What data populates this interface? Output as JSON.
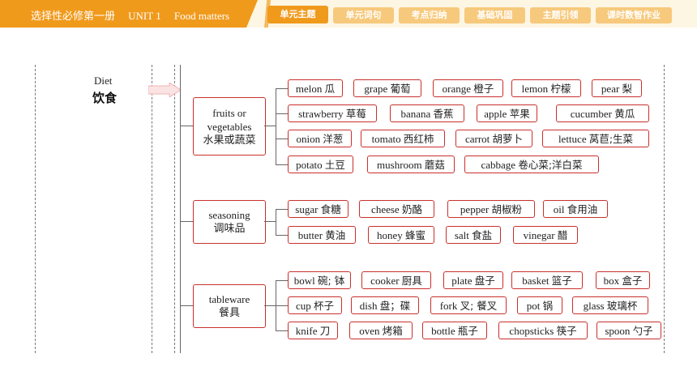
{
  "header": {
    "title_cn": "选择性必修第一册",
    "title_unit": "UNIT 1",
    "title_topic": "Food matters",
    "tabs": [
      {
        "label": "单元主题",
        "active": true
      },
      {
        "label": "单元词句",
        "active": false
      },
      {
        "label": "考点归纳",
        "active": false
      },
      {
        "label": "基础巩固",
        "active": false
      },
      {
        "label": "主题引领",
        "active": false
      },
      {
        "label": "课时数智作业",
        "active": false
      }
    ],
    "accent_color": "#f09a1c",
    "inactive_color": "#f7c97c"
  },
  "diagram": {
    "root": {
      "en": "Diet",
      "cn": "饮食"
    },
    "border_color": "#c9302c",
    "categories": [
      {
        "en": "fruits or vegetables",
        "cn": "水果或蔬菜",
        "rows": [
          [
            {
              "en": "melon",
              "cn": "瓜"
            },
            {
              "en": "grape",
              "cn": "葡萄"
            },
            {
              "en": "orange",
              "cn": "橙子"
            },
            {
              "en": "lemon",
              "cn": "柠檬"
            },
            {
              "en": "pear",
              "cn": "梨"
            }
          ],
          [
            {
              "en": "strawberry",
              "cn": "草莓"
            },
            {
              "en": "banana",
              "cn": "香蕉"
            },
            {
              "en": "apple",
              "cn": "苹果"
            },
            {
              "en": "cucumber",
              "cn": "黄瓜"
            }
          ],
          [
            {
              "en": "onion",
              "cn": "洋葱"
            },
            {
              "en": "tomato",
              "cn": "西红柿"
            },
            {
              "en": "carrot",
              "cn": "胡萝卜"
            },
            {
              "en": "lettuce",
              "cn": "莴苣;生菜"
            }
          ],
          [
            {
              "en": "potato",
              "cn": "土豆"
            },
            {
              "en": "mushroom",
              "cn": "蘑菇"
            },
            {
              "en": "cabbage",
              "cn": "卷心菜;洋白菜"
            }
          ]
        ]
      },
      {
        "en": "seasoning",
        "cn": "调味品",
        "rows": [
          [
            {
              "en": "sugar",
              "cn": "食糖"
            },
            {
              "en": "cheese",
              "cn": "奶酪"
            },
            {
              "en": "pepper",
              "cn": "胡椒粉"
            },
            {
              "en": "oil",
              "cn": "食用油"
            }
          ],
          [
            {
              "en": "butter",
              "cn": "黄油"
            },
            {
              "en": "honey",
              "cn": "蜂蜜"
            },
            {
              "en": "salt",
              "cn": "食盐"
            },
            {
              "en": "vinegar",
              "cn": "醋"
            }
          ]
        ]
      },
      {
        "en": "tableware",
        "cn": "餐具",
        "rows": [
          [
            {
              "en": "bowl",
              "cn": "碗; 钵"
            },
            {
              "en": "cooker",
              "cn": "厨具"
            },
            {
              "en": "plate",
              "cn": "盘子"
            },
            {
              "en": "basket",
              "cn": "篮子"
            },
            {
              "en": "box",
              "cn": "盒子"
            }
          ],
          [
            {
              "en": "cup",
              "cn": "杯子"
            },
            {
              "en": "dish",
              "cn": "盘；碟"
            },
            {
              "en": "fork",
              "cn": "叉; 餐叉"
            },
            {
              "en": "pot",
              "cn": "锅"
            },
            {
              "en": "glass",
              "cn": "玻璃杯"
            }
          ],
          [
            {
              "en": "knife",
              "cn": "刀"
            },
            {
              "en": "oven",
              "cn": "烤箱"
            },
            {
              "en": "bottle",
              "cn": "瓶子"
            },
            {
              "en": "chopsticks",
              "cn": "筷子"
            },
            {
              "en": "spoon",
              "cn": "勺子"
            }
          ]
        ]
      }
    ]
  }
}
